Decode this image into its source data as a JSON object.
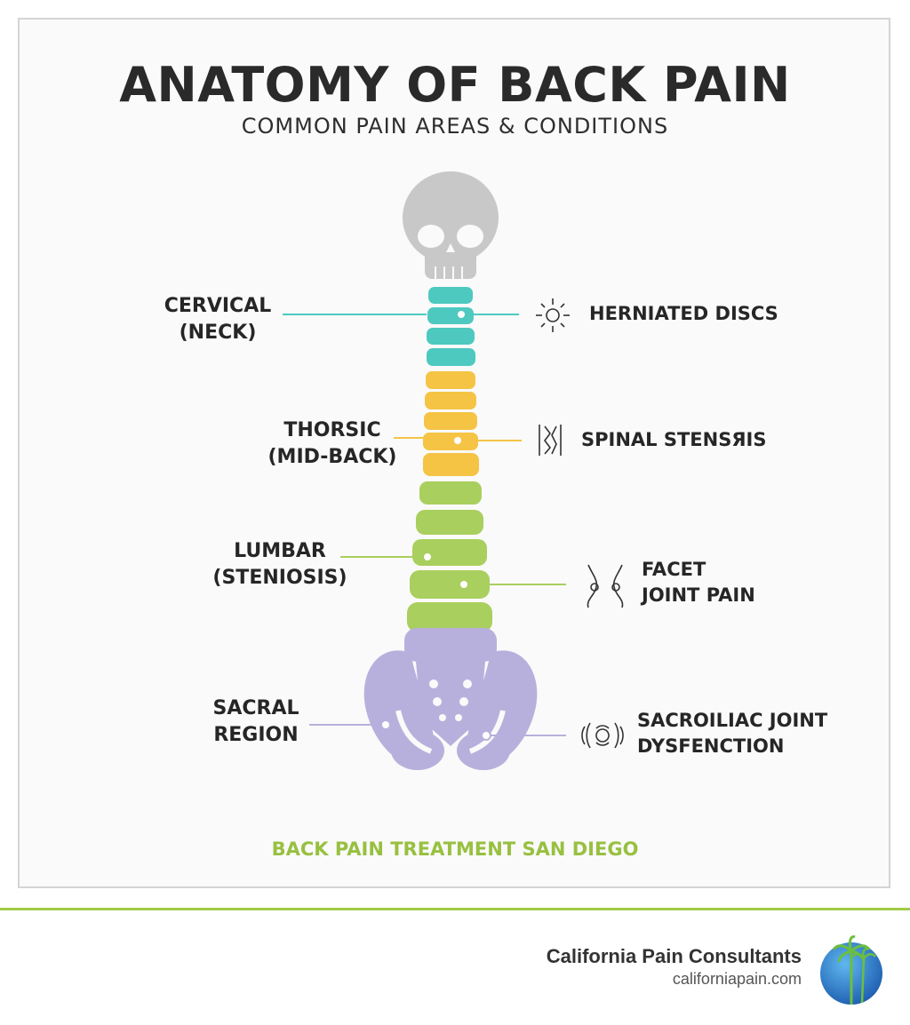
{
  "title": "ANATOMY OF BACK PAIN",
  "subtitle": "COMMON PAIN AREAS & CONDITIONS",
  "regions": [
    {
      "line1": "CERVICAL",
      "line2": "(NECK)",
      "color": "#4ec9c0"
    },
    {
      "line1": "THORSIC",
      "line2": "(MID-BACK)",
      "color": "#f5c445"
    },
    {
      "line1": "LUMBAR",
      "line2": "(STENIOSIS)",
      "color": "#a9cf5e"
    },
    {
      "line1": "SACRAL",
      "line2": "REGION",
      "color": "#b8b0dc"
    }
  ],
  "conditions": [
    {
      "line1": "HERNIATED DISCS",
      "line2": "",
      "icon": "herniated-disc-icon"
    },
    {
      "line1": "SPINAL STENSЯIS",
      "line2": "",
      "icon": "spinal-stenosis-icon"
    },
    {
      "line1": "FACET",
      "line2": "JOINT PAIN",
      "icon": "facet-joint-icon"
    },
    {
      "line1": "SACROILIAC JOINT",
      "line2": "DYSFENCTION",
      "icon": "sacroiliac-joint-icon"
    }
  ],
  "footer_tag": "BACK PAIN TREATMENT SAN DIEGO",
  "brand": {
    "name": "California Pain Consultants",
    "url": "californiapain.com",
    "logo_icon": "palm-tree-globe-icon"
  },
  "colors": {
    "skull": "#c8c8c8",
    "cervical": "#4ec9c0",
    "thoracic": "#f5c445",
    "lumbar": "#a9cf5e",
    "sacral": "#b8b0dc",
    "accent": "#98c040"
  }
}
